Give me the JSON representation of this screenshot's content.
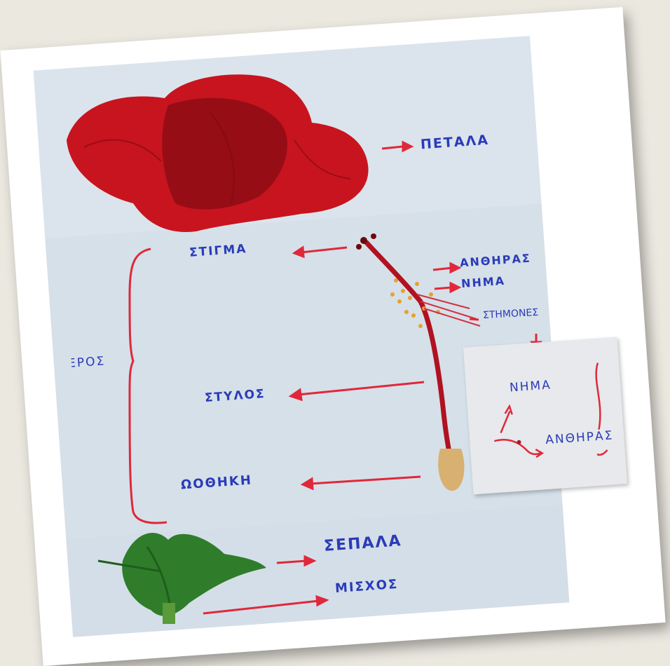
{
  "labels": {
    "petals": "ΠΕΤΑΛΑ",
    "stigma": "ΣΤΙΓΜΑ",
    "anther": "ΑΝΘΗΡΑΣ",
    "filament": "ΝΗΜΑ",
    "stamens": "ΣΤΗΜΟΝΕΣ",
    "pistil": "ΥΠΕΡΟΣ",
    "style": "ΣΤΥΛΟΣ",
    "ovary": "ΩΟΘΗΚΗ",
    "sepals": "ΣΕΠΑΛΑ",
    "pedicel": "ΜΙΣΧΟΣ",
    "inset_filament": "ΝΗΜΑ",
    "inset_anther": "ΑΝΘΗΡΑΣ"
  },
  "colors": {
    "label_ink": "#2a3bb8",
    "arrow_red": "#e0283a",
    "petal_red": "#c8141e",
    "leaf_green": "#2f7d2a"
  }
}
